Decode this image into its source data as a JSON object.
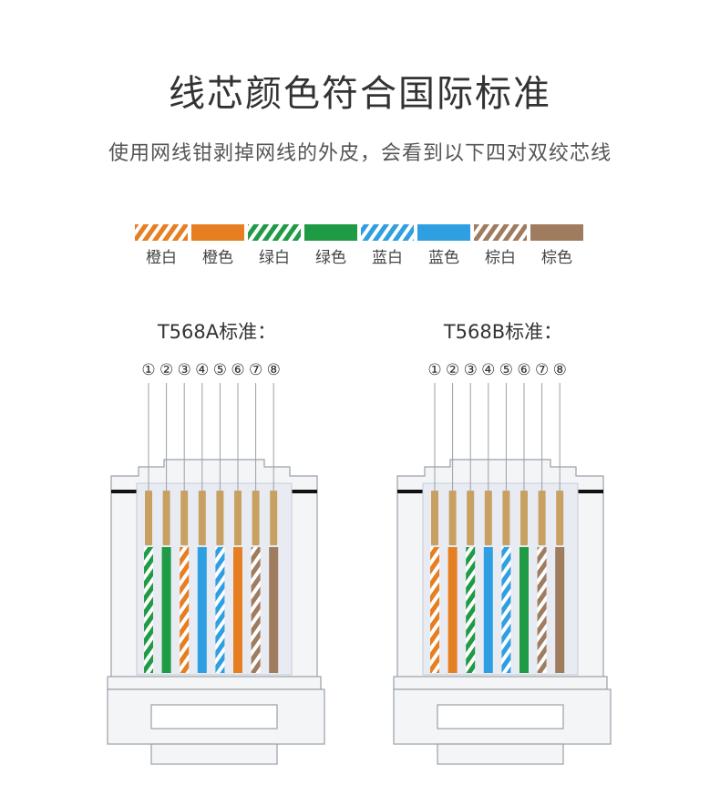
{
  "title": "线芯颜色符合国际标准",
  "subtitle": "使用网线钳剥掉网线的外皮，会看到以下四对双绞芯线",
  "colors": {
    "orange": "#E67E22",
    "green": "#1F9A45",
    "blue": "#2E9FE0",
    "brown": "#A07C5F",
    "copper": "#C8A062"
  },
  "legend": [
    {
      "label": "橙白",
      "color": "orange",
      "striped": true
    },
    {
      "label": "橙色",
      "color": "orange",
      "striped": false
    },
    {
      "label": "绿白",
      "color": "green",
      "striped": true
    },
    {
      "label": "绿色",
      "color": "green",
      "striped": false
    },
    {
      "label": "蓝白",
      "color": "blue",
      "striped": true
    },
    {
      "label": "蓝色",
      "color": "blue",
      "striped": false
    },
    {
      "label": "棕白",
      "color": "brown",
      "striped": true
    },
    {
      "label": "棕色",
      "color": "brown",
      "striped": false
    }
  ],
  "pins": [
    "①",
    "②",
    "③",
    "④",
    "⑤",
    "⑥",
    "⑦",
    "⑧"
  ],
  "standards": [
    {
      "title": "T568A标准：",
      "wires": [
        "绿白",
        "绿色",
        "橙白",
        "蓝色",
        "蓝白",
        "橙色",
        "棕白",
        "棕色"
      ]
    },
    {
      "title": "T568B标准：",
      "wires": [
        "橙白",
        "橙色",
        "绿白",
        "蓝色",
        "蓝白",
        "绿色",
        "棕白",
        "棕色"
      ]
    }
  ]
}
